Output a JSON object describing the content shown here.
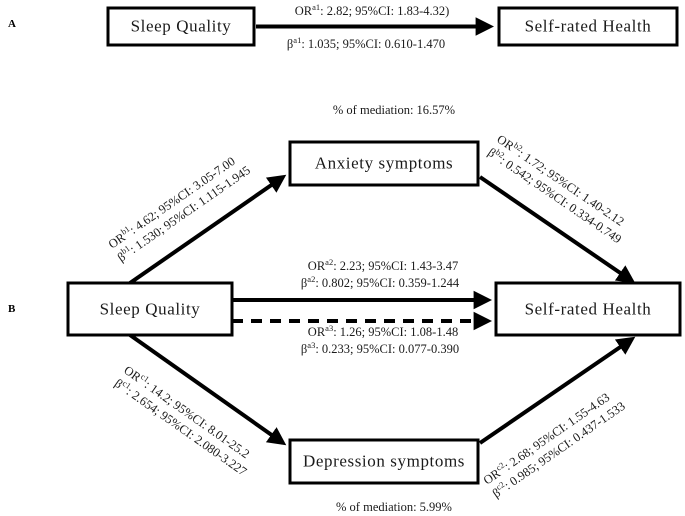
{
  "figure": {
    "panels": [
      {
        "letter": "A",
        "nodes": {
          "exposure": "Sleep Quality",
          "outcome": "Self-rated Health"
        },
        "paths": [
          {
            "id": "a1",
            "or_prefix": "OR",
            "or_sup": "a1",
            "or_text": ": 2.82; 95%CI: 1.83-4.32)",
            "beta_prefix": "β",
            "beta_sup": "a1",
            "beta_text": ": 1.035; 95%CI: 0.610-1.470"
          }
        ]
      },
      {
        "letter": "B",
        "nodes": {
          "exposure": "Sleep Quality",
          "outcome": "Self-rated Health",
          "mediator_top": "Anxiety symptoms",
          "mediator_bottom": "Depression symptoms"
        },
        "mediation_top": "% of mediation: 16.57%",
        "mediation_bottom": "% of mediation: 5.99%",
        "paths": [
          {
            "id": "b1",
            "or_prefix": "OR",
            "or_sup": "b1",
            "or_text": ": 4.62; 95%CI: 3.05-7.00",
            "beta_prefix": "β",
            "beta_sup": "b1",
            "beta_text": ": 1.530; 95%CI: 1.115-1.945"
          },
          {
            "id": "b2",
            "or_prefix": "OR",
            "or_sup": "b2",
            "or_text": ": 1.72; 95%CI: 1.40-2.12",
            "beta_prefix": "β",
            "beta_sup": "b2",
            "beta_text": ": 0.542; 95%CI: 0.334-0.749"
          },
          {
            "id": "a2",
            "or_prefix": "OR",
            "or_sup": "a2",
            "or_text": ": 2.23; 95%CI: 1.43-3.47",
            "beta_prefix": "β",
            "beta_sup": "a2",
            "beta_text": ": 0.802; 95%CI: 0.359-1.244"
          },
          {
            "id": "a3",
            "or_prefix": "OR",
            "or_sup": "a3",
            "or_text": ": 1.26; 95%CI: 1.08-1.48",
            "beta_prefix": "β",
            "beta_sup": "a3",
            "beta_text": ": 0.233; 95%CI: 0.077-0.390"
          },
          {
            "id": "c1",
            "or_prefix": "OR",
            "or_sup": "c1",
            "or_text": ": 14.2; 95%CI: 8.01-25.2",
            "beta_prefix": "β",
            "beta_sup": "c1",
            "beta_text": ": 2.654; 95%CI: 2.080-3.227"
          },
          {
            "id": "c2",
            "or_prefix": "OR",
            "or_sup": "c2",
            "or_text": ": 2.68; 95%CI: 1.55-4.63",
            "beta_prefix": "β",
            "beta_sup": "c2",
            "beta_text": ": 0.985; 95%CI: 0.437-1.533"
          }
        ]
      }
    ],
    "colors": {
      "stroke": "#000000",
      "background": "#ffffff",
      "text": "#1a1a1a"
    }
  }
}
